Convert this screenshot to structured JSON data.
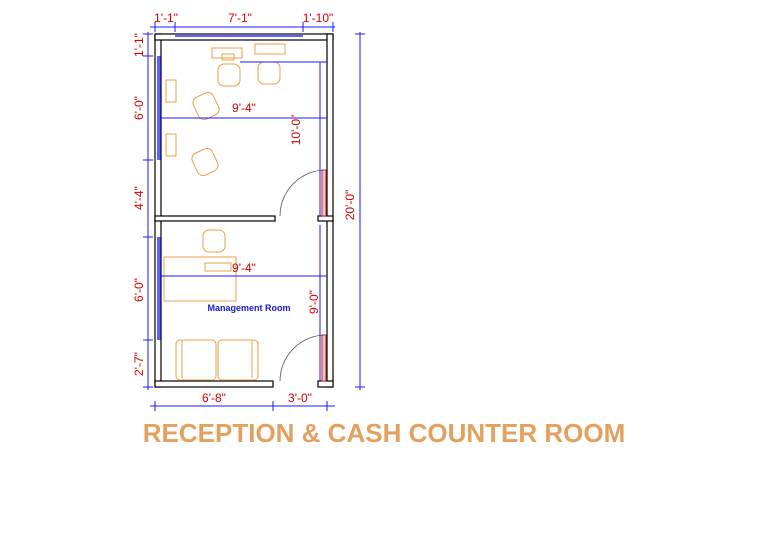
{
  "colors": {
    "dimension": "#d40000",
    "dimension_line": "#1a1aff",
    "wall": "#000000",
    "furniture": "#e8a04a",
    "window": "#2b2bff",
    "label": "#1a1acc",
    "title": "#e3a05e",
    "door": "#cc2222"
  },
  "dimensions": {
    "top_left": "1'-1\"",
    "top_middle": "7'-1\"",
    "top_right": "1'-10\"",
    "left_1": "1'-1\"",
    "left_2": "6'-0\"",
    "left_3": "4'-4\"",
    "left_4": "6'-0\"",
    "left_5": "2'-7\"",
    "inner_width_upper": "9'-4\"",
    "inner_width_lower": "9'-4\"",
    "upper_room_height": "10'-0\"",
    "lower_room_height": "9'-0\"",
    "overall_height": "20'-0\"",
    "bottom_left": "6'-8\"",
    "bottom_right": "3'-0\""
  },
  "labels": {
    "room": "Management Room",
    "title": "RECEPTION & CASH COUNTER ROOM"
  }
}
